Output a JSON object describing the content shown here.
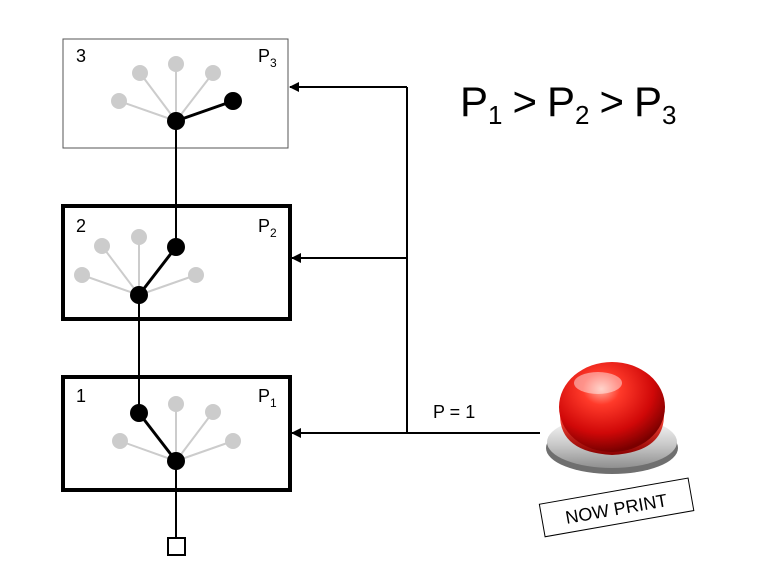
{
  "boxes": [
    {
      "number": "1",
      "prob_letter": "P",
      "prob_sub": "1"
    },
    {
      "number": "2",
      "prob_letter": "P",
      "prob_sub": "2"
    },
    {
      "number": "3",
      "prob_letter": "P",
      "prob_sub": "3"
    }
  ],
  "formula": {
    "letter": "P",
    "subs": [
      "1",
      "2",
      "3"
    ],
    "operator": ">"
  },
  "arrow_label": "P = 1",
  "print_button": {
    "label": "NOW PRINT",
    "color": "#e01010"
  },
  "colors": {
    "active_node": "#000000",
    "inactive_branch": "#cccccc"
  }
}
